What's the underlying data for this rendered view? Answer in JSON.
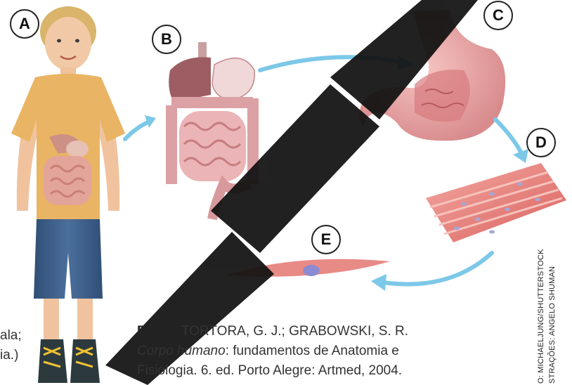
{
  "labels": {
    "a": "A",
    "b": "B",
    "c": "C",
    "d": "D",
    "e": "E"
  },
  "source": {
    "prefix": "Fonte:",
    "authors": " TORTORA, G. J.; GRABOWSKI, S. R.",
    "title": "Corpo humano",
    "title_rest": ": fundamentos de Anatomia e",
    "line3": "Fisiologia. 6. ed. Porto Alegre: Artmed, 2004."
  },
  "credits": {
    "photo": "O: MICHAELJUNG/SHUTTERSTOCK",
    "illustrations": "STRAÇÕES: ANGELO SHUMAN"
  },
  "cut_text": {
    "line1": "ala;",
    "line2": "ia.)"
  },
  "colors": {
    "arrow": "#7cc8e8",
    "watermark": "#111111",
    "tshirt": "#e9b463",
    "jeans": "#3b5f88",
    "organ": "#e8aeb0",
    "muscle": "#e88a86"
  }
}
